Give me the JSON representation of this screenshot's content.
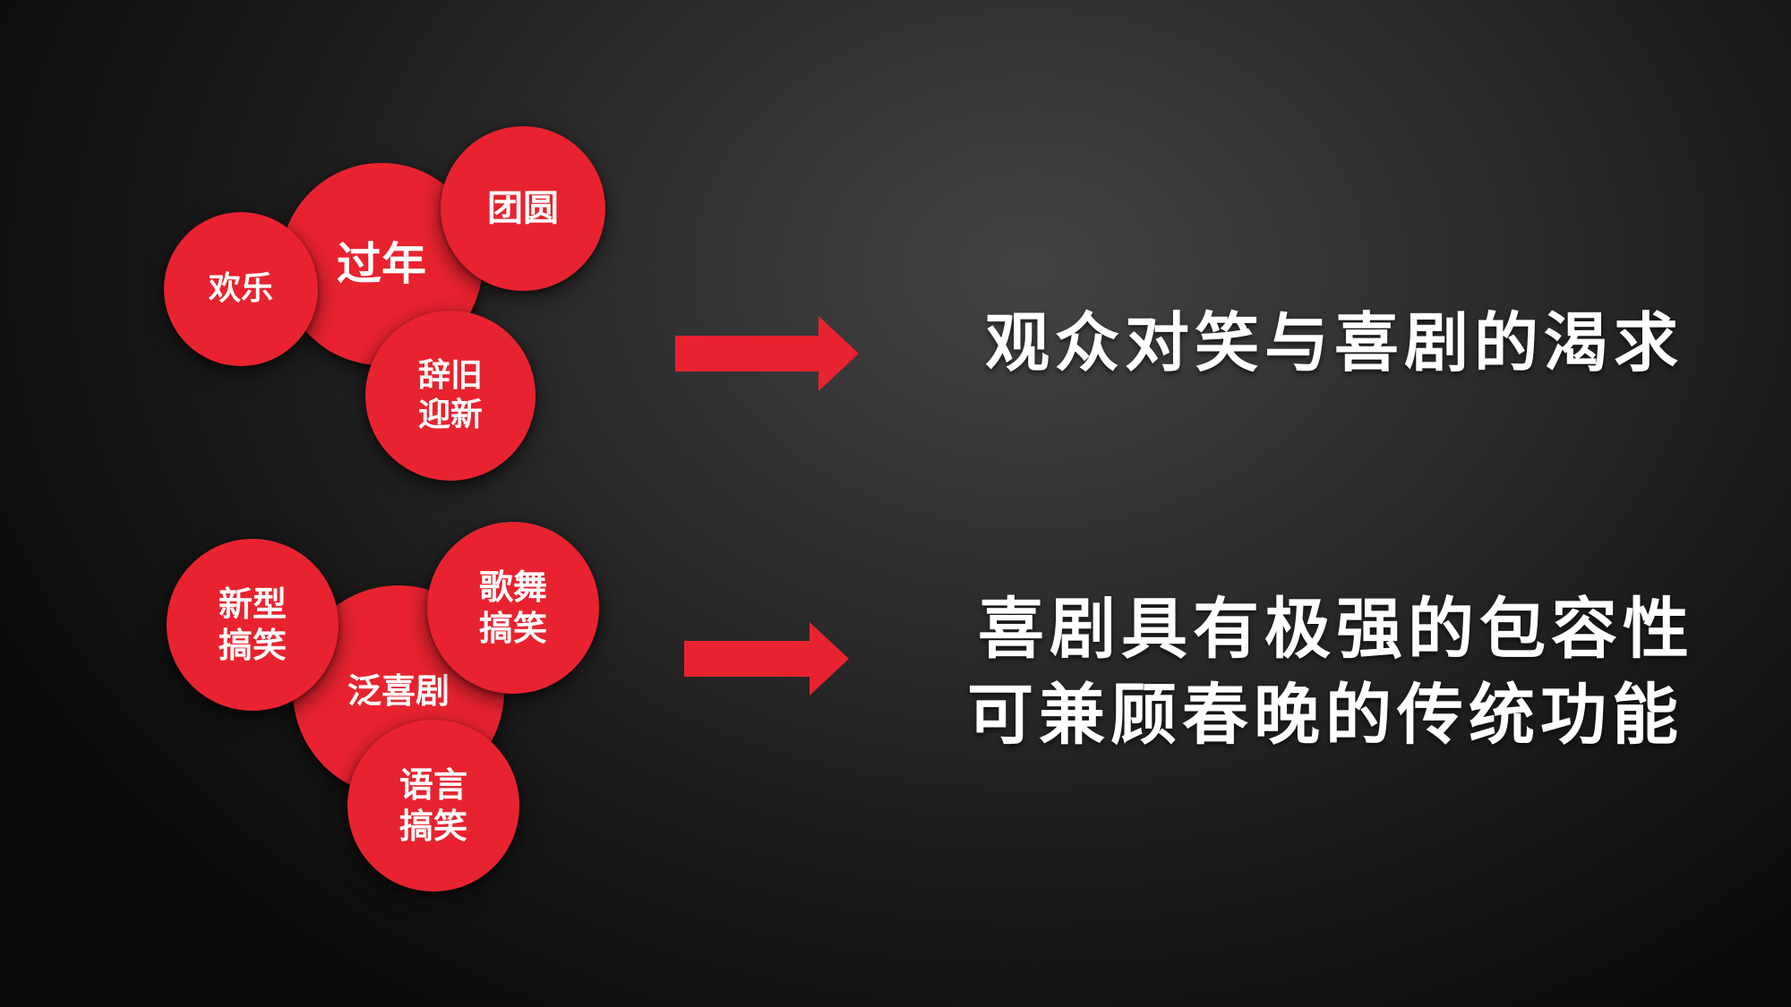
{
  "colors": {
    "accent": "#e8232f",
    "text": "#ffffff"
  },
  "group_top": {
    "circles": {
      "festival": "过年",
      "joy": "欢乐",
      "reunion": "团圆",
      "farewell": "辞旧\n迎新"
    },
    "statement": "观众对笑与喜剧的渴求"
  },
  "group_bottom": {
    "circles": {
      "pan_comedy": "泛喜剧",
      "new_funny": "新型\n搞笑",
      "song_dance": "歌舞\n搞笑",
      "language": "语言\n搞笑"
    },
    "statement_line1": "喜剧具有极强的包容性",
    "statement_line2": "可兼顾春晚的传统功能"
  }
}
